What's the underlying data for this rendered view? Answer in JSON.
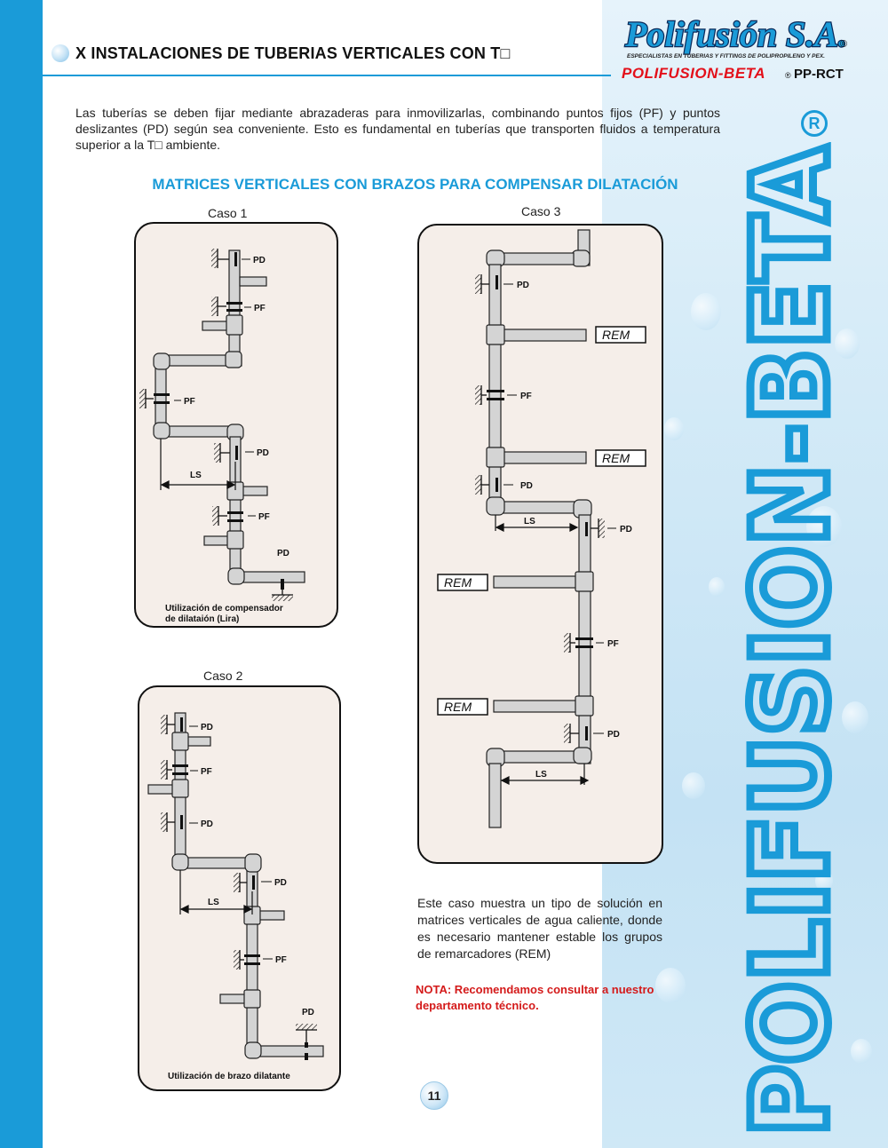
{
  "header": {
    "section_title": "X  INSTALACIONES DE TUBERIAS VERTICALES CON T□"
  },
  "logo": {
    "brand": "Polifusión S.A.",
    "registered": "®",
    "tagline": "ESPECIALISTAS EN TUBERIAS Y FITTINGS DE POLIPROPILENO Y PEX.",
    "product_line": "POLIFUSION-BETA",
    "product_suffix": "PP-RCT",
    "vertical_brand": "POLIFUSION-BETA",
    "vertical_registered": "R"
  },
  "intro": "Las tuberías se deben fijar mediante abrazaderas para inmovilizarlas, combinando puntos fijos (PF) y puntos deslizantes (PD) según sea conveniente. Esto es fundamental en tuberías que transporten fluidos a temperatura superior a la T□ ambiente.",
  "matrices_title": "MATRICES VERTICALES CON BRAZOS PARA COMPENSAR DILATACIÓN",
  "cases": {
    "case1": {
      "label": "Caso 1",
      "caption_line1": "Utilización de compensador",
      "caption_line2": "de dilataión (Lira)",
      "annotations": [
        "PD",
        "PF",
        "PF",
        "PD",
        "PF",
        "PD"
      ],
      "length_label": "LS"
    },
    "case2": {
      "label": "Caso 2",
      "caption": "Utilización de brazo dilatante",
      "annotations": [
        "PD",
        "PF",
        "PD",
        "PD",
        "PF",
        "PD"
      ],
      "length_label": "LS"
    },
    "case3": {
      "label": "Caso 3",
      "annotations": [
        "PD",
        "PF",
        "PD",
        "PD",
        "PF",
        "PD"
      ],
      "rem_label": "REM",
      "length_label": "LS"
    }
  },
  "description": "Este caso muestra un tipo de solución en matrices verticales de agua caliente, donde es necesario mantener estable los grupos de remarcadores (REM)",
  "nota": "NOTA: Recomendamos consultar a nuestro departamento técnico.",
  "page_number": "11",
  "colors": {
    "accent_blue": "#1a9bd8",
    "note_red": "#d41a1a",
    "logo_red": "#e3101a",
    "diagram_bg": "#f5eee9",
    "pipe_fill": "#d4d4d4"
  }
}
